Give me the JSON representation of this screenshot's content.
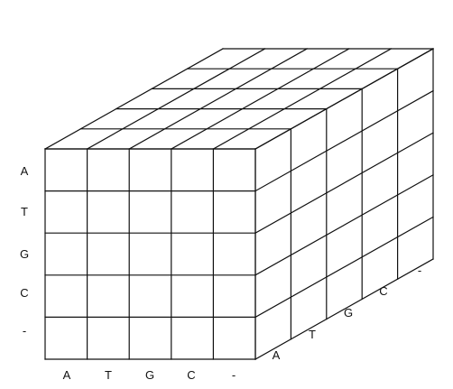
{
  "diagram": {
    "type": "3d-alignment-cube",
    "grid_size": 5,
    "colors": {
      "line": "#111111",
      "background": "#ffffff",
      "label": "#111111"
    },
    "axes": {
      "rows": [
        "A",
        "T",
        "G",
        "C",
        "-"
      ],
      "columns": [
        "A",
        "T",
        "G",
        "C",
        "-"
      ],
      "depth": [
        "A",
        "T",
        "G",
        "C",
        "-"
      ]
    }
  }
}
